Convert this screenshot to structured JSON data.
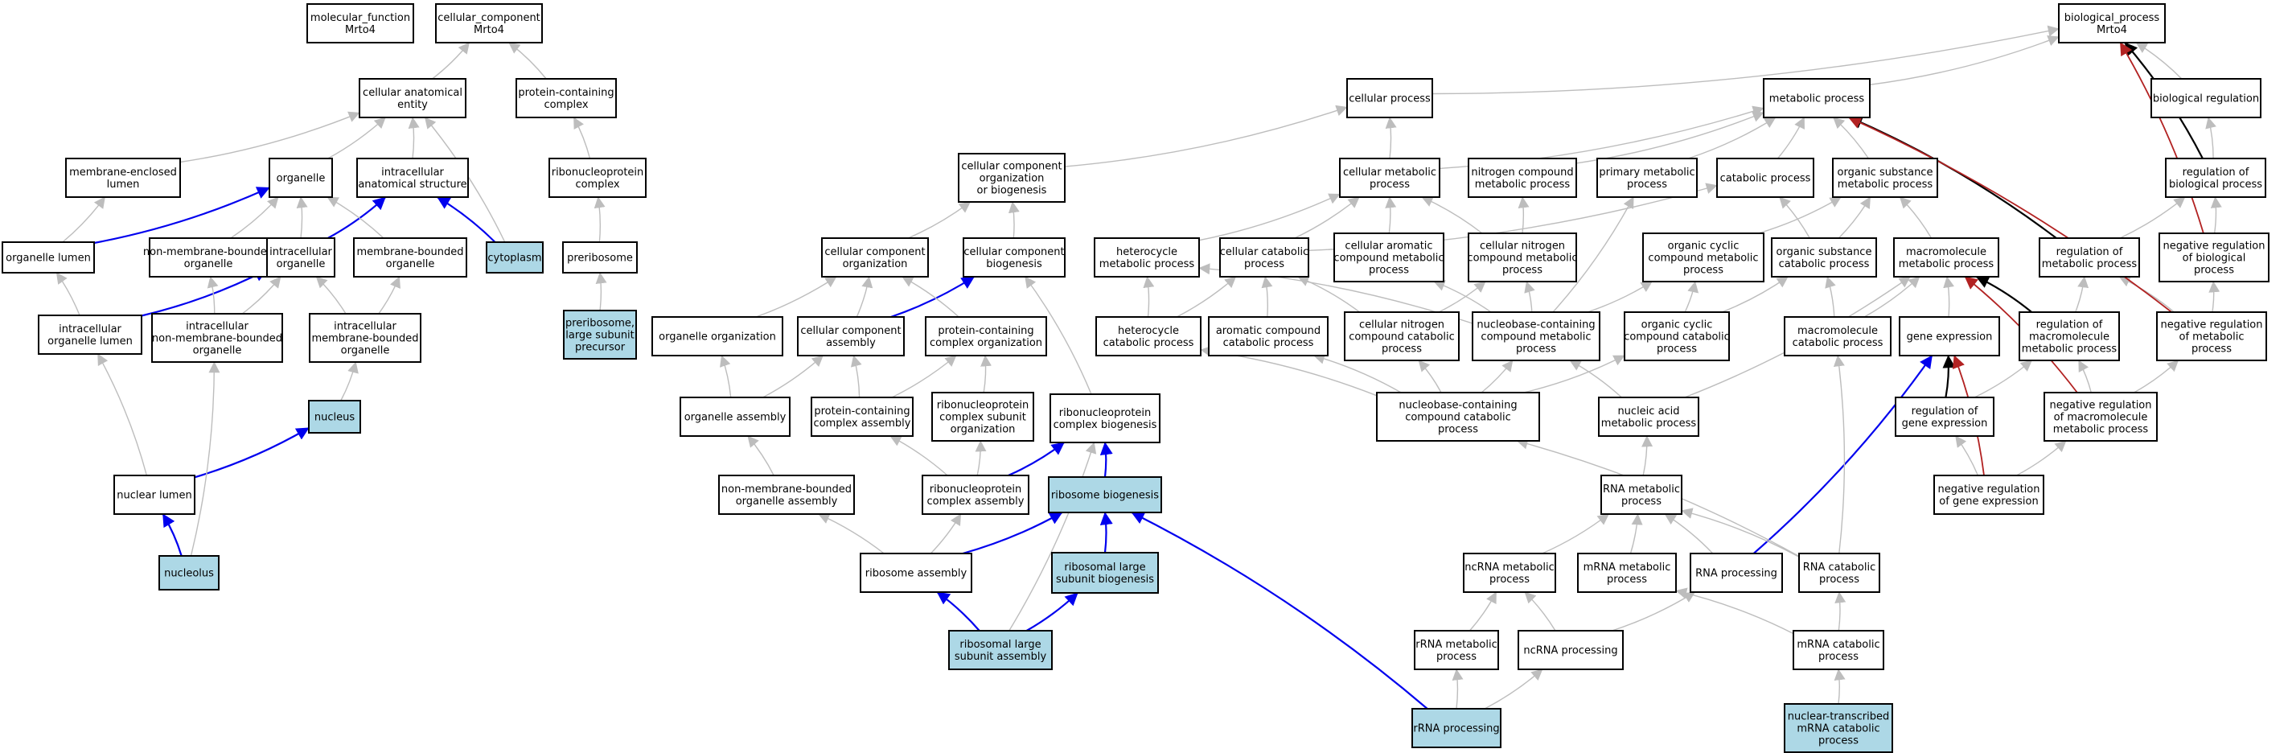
{
  "title": "GO term ancestry graph for Mrto4",
  "colors": {
    "edge_default": "#bdbdbd",
    "edge_blue": "#0000ee",
    "edge_red": "#b22222",
    "edge_black": "#000000",
    "node_highlight": "#add8e6",
    "node_default": "#ffffff"
  },
  "nodes": [
    {
      "id": "mf",
      "lines": [
        "molecular_function",
        "Mrto4"
      ]
    },
    {
      "id": "cc",
      "lines": [
        "cellular_component",
        "Mrto4"
      ]
    },
    {
      "id": "cae",
      "lines": [
        "cellular anatomical",
        "entity"
      ]
    },
    {
      "id": "pcc",
      "lines": [
        "protein-containing",
        "complex"
      ]
    },
    {
      "id": "mel",
      "lines": [
        "membrane-enclosed",
        "lumen"
      ]
    },
    {
      "id": "org",
      "lines": [
        "organelle"
      ]
    },
    {
      "id": "ias",
      "lines": [
        "intracellular",
        "anatomical structure"
      ]
    },
    {
      "id": "rnpc",
      "lines": [
        "ribonucleoprotein",
        "complex"
      ]
    },
    {
      "id": "ol",
      "lines": [
        "organelle lumen"
      ]
    },
    {
      "id": "nmbo",
      "lines": [
        "non-membrane-bounded",
        "organelle"
      ]
    },
    {
      "id": "io",
      "lines": [
        "intracellular",
        "organelle"
      ]
    },
    {
      "id": "mbo",
      "lines": [
        "membrane-bounded",
        "organelle"
      ]
    },
    {
      "id": "cyto",
      "lines": [
        "cytoplasm"
      ],
      "highlight": true
    },
    {
      "id": "prib",
      "lines": [
        "preribosome"
      ]
    },
    {
      "id": "iol",
      "lines": [
        "intracellular",
        "organelle lumen"
      ]
    },
    {
      "id": "inmbo",
      "lines": [
        "intracellular",
        "non-membrane-bounded",
        "organelle"
      ]
    },
    {
      "id": "imbo",
      "lines": [
        "intracellular",
        "membrane-bounded",
        "organelle"
      ]
    },
    {
      "id": "pls",
      "lines": [
        "preribosome,",
        "large subunit",
        "precursor"
      ],
      "highlight": true
    },
    {
      "id": "nuc",
      "lines": [
        "nucleus"
      ],
      "highlight": true
    },
    {
      "id": "nl",
      "lines": [
        "nuclear lumen"
      ]
    },
    {
      "id": "nlo",
      "lines": [
        "nucleolus"
      ],
      "highlight": true
    },
    {
      "id": "bp",
      "lines": [
        "biological_process",
        "Mrto4"
      ]
    },
    {
      "id": "cp",
      "lines": [
        "cellular process"
      ]
    },
    {
      "id": "mp",
      "lines": [
        "metabolic process"
      ]
    },
    {
      "id": "breg",
      "lines": [
        "biological regulation"
      ]
    },
    {
      "id": "ccob",
      "lines": [
        "cellular component",
        "organization",
        "or biogenesis"
      ]
    },
    {
      "id": "cmp",
      "lines": [
        "cellular metabolic",
        "process"
      ]
    },
    {
      "id": "ncmp",
      "lines": [
        "nitrogen compound",
        "metabolic process"
      ]
    },
    {
      "id": "pmp",
      "lines": [
        "primary metabolic",
        "process"
      ]
    },
    {
      "id": "catp",
      "lines": [
        "catabolic process"
      ]
    },
    {
      "id": "osmp",
      "lines": [
        "organic substance",
        "metabolic process"
      ]
    },
    {
      "id": "rbp",
      "lines": [
        "regulation of",
        "biological process"
      ]
    },
    {
      "id": "cco",
      "lines": [
        "cellular component",
        "organization"
      ]
    },
    {
      "id": "ccb",
      "lines": [
        "cellular component",
        "biogenesis"
      ]
    },
    {
      "id": "hmp",
      "lines": [
        "heterocycle",
        "metabolic process"
      ]
    },
    {
      "id": "ccp",
      "lines": [
        "cellular catabolic",
        "process"
      ]
    },
    {
      "id": "cacmp",
      "lines": [
        "cellular aromatic",
        "compound metabolic",
        "process"
      ]
    },
    {
      "id": "cncmp",
      "lines": [
        "cellular nitrogen",
        "compound metabolic",
        "process"
      ]
    },
    {
      "id": "occmp",
      "lines": [
        "organic cyclic",
        "compound metabolic",
        "process"
      ]
    },
    {
      "id": "oscp",
      "lines": [
        "organic substance",
        "catabolic process"
      ]
    },
    {
      "id": "macmp",
      "lines": [
        "macromolecule",
        "metabolic process"
      ]
    },
    {
      "id": "rmp",
      "lines": [
        "regulation of",
        "metabolic process"
      ]
    },
    {
      "id": "nrbp",
      "lines": [
        "negative regulation",
        "of biological",
        "process"
      ]
    },
    {
      "id": "oorg",
      "lines": [
        "organelle organization"
      ]
    },
    {
      "id": "cca",
      "lines": [
        "cellular component",
        "assembly"
      ]
    },
    {
      "id": "pcco",
      "lines": [
        "protein-containing",
        "complex organization"
      ]
    },
    {
      "id": "hcp",
      "lines": [
        "heterocycle",
        "catabolic process"
      ]
    },
    {
      "id": "accp",
      "lines": [
        "aromatic compound",
        "catabolic process"
      ]
    },
    {
      "id": "cnccp",
      "lines": [
        "cellular nitrogen",
        "compound catabolic",
        "process"
      ]
    },
    {
      "id": "nbcmp",
      "lines": [
        "nucleobase-containing",
        "compound metabolic",
        "process"
      ]
    },
    {
      "id": "occcp",
      "lines": [
        "organic cyclic",
        "compound catabolic",
        "process"
      ]
    },
    {
      "id": "maccp",
      "lines": [
        "macromolecule",
        "catabolic process"
      ]
    },
    {
      "id": "ge",
      "lines": [
        "gene expression"
      ]
    },
    {
      "id": "rmmp",
      "lines": [
        "regulation of",
        "macromolecule",
        "metabolic process"
      ]
    },
    {
      "id": "nrmp",
      "lines": [
        "negative regulation",
        "of metabolic",
        "process"
      ]
    },
    {
      "id": "oasm",
      "lines": [
        "organelle assembly"
      ]
    },
    {
      "id": "pcca",
      "lines": [
        "protein-containing",
        "complex assembly"
      ]
    },
    {
      "id": "rnpso",
      "lines": [
        "ribonucleoprotein",
        "complex subunit",
        "organization"
      ]
    },
    {
      "id": "rnpcb",
      "lines": [
        "ribonucleoprotein",
        "complex biogenesis"
      ]
    },
    {
      "id": "nbccp",
      "lines": [
        "nucleobase-containing",
        "compound catabolic",
        "process"
      ]
    },
    {
      "id": "nacmp",
      "lines": [
        "nucleic acid",
        "metabolic process"
      ]
    },
    {
      "id": "rge",
      "lines": [
        "regulation of",
        "gene expression"
      ]
    },
    {
      "id": "nrmmp",
      "lines": [
        "negative regulation",
        "of macromolecule",
        "metabolic process"
      ]
    },
    {
      "id": "nmboa",
      "lines": [
        "non-membrane-bounded",
        "organelle assembly"
      ]
    },
    {
      "id": "rnpca",
      "lines": [
        "ribonucleoprotein",
        "complex assembly"
      ]
    },
    {
      "id": "ribb",
      "lines": [
        "ribosome biogenesis"
      ],
      "highlight": true
    },
    {
      "id": "rnamp",
      "lines": [
        "RNA metabolic",
        "process"
      ]
    },
    {
      "id": "nrge",
      "lines": [
        "negative regulation",
        "of gene expression"
      ]
    },
    {
      "id": "riba",
      "lines": [
        "ribosome assembly"
      ]
    },
    {
      "id": "rlsb",
      "lines": [
        "ribosomal large",
        "subunit biogenesis"
      ],
      "highlight": true
    },
    {
      "id": "ncrna",
      "lines": [
        "ncRNA metabolic",
        "process"
      ]
    },
    {
      "id": "mrna",
      "lines": [
        "mRNA metabolic",
        "process"
      ]
    },
    {
      "id": "rnap",
      "lines": [
        "RNA processing"
      ]
    },
    {
      "id": "rnac",
      "lines": [
        "RNA catabolic",
        "process"
      ]
    },
    {
      "id": "rlsa",
      "lines": [
        "ribosomal large",
        "subunit assembly"
      ],
      "highlight": true
    },
    {
      "id": "rrnam",
      "lines": [
        "rRNA metabolic",
        "process"
      ]
    },
    {
      "id": "ncrp",
      "lines": [
        "ncRNA processing"
      ]
    },
    {
      "id": "mrnac",
      "lines": [
        "mRNA catabolic",
        "process"
      ]
    },
    {
      "id": "rrnap",
      "lines": [
        "rRNA processing"
      ],
      "highlight": true
    },
    {
      "id": "ntmc",
      "lines": [
        "nuclear-transcribed",
        "mRNA catabolic",
        "process"
      ],
      "highlight": true
    }
  ],
  "edges": [
    [
      "cae",
      "cc",
      "g"
    ],
    [
      "pcc",
      "cc",
      "g"
    ],
    [
      "mel",
      "cae",
      "g"
    ],
    [
      "org",
      "cae",
      "g"
    ],
    [
      "ias",
      "cae",
      "g"
    ],
    [
      "cyto",
      "cae",
      "g"
    ],
    [
      "rnpc",
      "pcc",
      "g"
    ],
    [
      "ol",
      "org",
      "b"
    ],
    [
      "ol",
      "mel",
      "g"
    ],
    [
      "nmbo",
      "org",
      "g"
    ],
    [
      "io",
      "org",
      "g"
    ],
    [
      "io",
      "ias",
      "b"
    ],
    [
      "mbo",
      "org",
      "g"
    ],
    [
      "cyto",
      "ias",
      "b"
    ],
    [
      "prib",
      "rnpc",
      "g"
    ],
    [
      "iol",
      "io",
      "b"
    ],
    [
      "iol",
      "ol",
      "g"
    ],
    [
      "inmbo",
      "io",
      "g"
    ],
    [
      "inmbo",
      "nmbo",
      "g"
    ],
    [
      "imbo",
      "io",
      "g"
    ],
    [
      "imbo",
      "mbo",
      "g"
    ],
    [
      "pls",
      "prib",
      "g"
    ],
    [
      "nuc",
      "imbo",
      "g"
    ],
    [
      "nl",
      "iol",
      "g"
    ],
    [
      "nl",
      "nuc",
      "b"
    ],
    [
      "nlo",
      "nl",
      "b"
    ],
    [
      "nlo",
      "inmbo",
      "g"
    ],
    [
      "cp",
      "bp",
      "g"
    ],
    [
      "mp",
      "bp",
      "g"
    ],
    [
      "breg",
      "bp",
      "g"
    ],
    [
      "ccob",
      "cp",
      "g"
    ],
    [
      "cmp",
      "cp",
      "g"
    ],
    [
      "cmp",
      "mp",
      "g"
    ],
    [
      "ncmp",
      "mp",
      "g"
    ],
    [
      "pmp",
      "mp",
      "g"
    ],
    [
      "catp",
      "mp",
      "g"
    ],
    [
      "osmp",
      "mp",
      "g"
    ],
    [
      "rbp",
      "breg",
      "g"
    ],
    [
      "cco",
      "ccob",
      "g"
    ],
    [
      "ccb",
      "ccob",
      "g"
    ],
    [
      "hmp",
      "cmp",
      "g"
    ],
    [
      "ccp",
      "cmp",
      "g"
    ],
    [
      "ccp",
      "catp",
      "g"
    ],
    [
      "cacmp",
      "cmp",
      "g"
    ],
    [
      "cncmp",
      "cmp",
      "g"
    ],
    [
      "cncmp",
      "ncmp",
      "g"
    ],
    [
      "occmp",
      "osmp",
      "g"
    ],
    [
      "oscp",
      "osmp",
      "g"
    ],
    [
      "oscp",
      "catp",
      "g"
    ],
    [
      "macmp",
      "osmp",
      "g"
    ],
    [
      "rmp",
      "rbp",
      "g"
    ],
    [
      "nrbp",
      "rbp",
      "g"
    ],
    [
      "oorg",
      "cco",
      "g"
    ],
    [
      "cca",
      "cco",
      "g"
    ],
    [
      "cca",
      "ccb",
      "b"
    ],
    [
      "pcco",
      "cco",
      "g"
    ],
    [
      "hcp",
      "hmp",
      "g"
    ],
    [
      "hcp",
      "ccp",
      "g"
    ],
    [
      "accp",
      "ccp",
      "g"
    ],
    [
      "cnccp",
      "cncmp",
      "g"
    ],
    [
      "cnccp",
      "ccp",
      "g"
    ],
    [
      "nbcmp",
      "hmp",
      "g"
    ],
    [
      "nbcmp",
      "cacmp",
      "g"
    ],
    [
      "nbcmp",
      "cncmp",
      "g"
    ],
    [
      "nbcmp",
      "occmp",
      "g"
    ],
    [
      "nbcmp",
      "pmp",
      "g"
    ],
    [
      "occcp",
      "occmp",
      "g"
    ],
    [
      "occcp",
      "oscp",
      "g"
    ],
    [
      "maccp",
      "macmp",
      "g"
    ],
    [
      "maccp",
      "oscp",
      "g"
    ],
    [
      "ge",
      "macmp",
      "g"
    ],
    [
      "rmmp",
      "rmp",
      "g"
    ],
    [
      "nrmp",
      "rmp",
      "g"
    ],
    [
      "nrmp",
      "nrbp",
      "g"
    ],
    [
      "oasm",
      "oorg",
      "g"
    ],
    [
      "oasm",
      "cca",
      "g"
    ],
    [
      "pcca",
      "cca",
      "g"
    ],
    [
      "pcca",
      "pcco",
      "g"
    ],
    [
      "rnpso",
      "pcco",
      "g"
    ],
    [
      "rnpcb",
      "ccb",
      "g"
    ],
    [
      "nbccp",
      "hcp",
      "g"
    ],
    [
      "nbccp",
      "accp",
      "g"
    ],
    [
      "nbccp",
      "cnccp",
      "g"
    ],
    [
      "nbccp",
      "nbcmp",
      "g"
    ],
    [
      "nbccp",
      "occcp",
      "g"
    ],
    [
      "nacmp",
      "nbcmp",
      "g"
    ],
    [
      "nacmp",
      "macmp",
      "g"
    ],
    [
      "rge",
      "rmmp",
      "g"
    ],
    [
      "nrmmp",
      "rmmp",
      "g"
    ],
    [
      "nrmmp",
      "nrmp",
      "g"
    ],
    [
      "nmboa",
      "oasm",
      "g"
    ],
    [
      "rnpca",
      "pcca",
      "g"
    ],
    [
      "rnpca",
      "rnpso",
      "g"
    ],
    [
      "rnpca",
      "rnpcb",
      "b"
    ],
    [
      "ribb",
      "rnpcb",
      "b"
    ],
    [
      "rnamp",
      "nacmp",
      "g"
    ],
    [
      "nrge",
      "rge",
      "g"
    ],
    [
      "nrge",
      "nrmmp",
      "g"
    ],
    [
      "riba",
      "nmboa",
      "g"
    ],
    [
      "riba",
      "rnpca",
      "g"
    ],
    [
      "riba",
      "ribb",
      "b"
    ],
    [
      "rlsb",
      "ribb",
      "b"
    ],
    [
      "rlsa",
      "rnpcb",
      "g"
    ],
    [
      "rlsa",
      "riba",
      "b"
    ],
    [
      "rlsa",
      "rlsb",
      "b"
    ],
    [
      "ncrna",
      "rnamp",
      "g"
    ],
    [
      "mrna",
      "rnamp",
      "g"
    ],
    [
      "rnap",
      "rnamp",
      "g"
    ],
    [
      "rnap",
      "ge",
      "b"
    ],
    [
      "rnac",
      "rnamp",
      "g"
    ],
    [
      "rnac",
      "nbccp",
      "g"
    ],
    [
      "rnac",
      "maccp",
      "g"
    ],
    [
      "rrnam",
      "ncrna",
      "g"
    ],
    [
      "ncrp",
      "ncrna",
      "g"
    ],
    [
      "ncrp",
      "rnap",
      "g"
    ],
    [
      "mrnac",
      "mrna",
      "g"
    ],
    [
      "mrnac",
      "rnac",
      "g"
    ],
    [
      "rrnap",
      "rrnam",
      "g"
    ],
    [
      "rrnap",
      "ncrp",
      "g"
    ],
    [
      "rrnap",
      "ribb",
      "b"
    ],
    [
      "ntmc",
      "mrnac",
      "g"
    ],
    [
      "rmp",
      "mp",
      "k"
    ],
    [
      "rmmp",
      "macmp",
      "k"
    ],
    [
      "rge",
      "ge",
      "k"
    ],
    [
      "rbp",
      "bp",
      "k"
    ],
    [
      "nrbp",
      "bp",
      "r"
    ],
    [
      "nrmp",
      "mp",
      "r"
    ],
    [
      "nrmmp",
      "macmp",
      "r"
    ],
    [
      "nrge",
      "ge",
      "r"
    ]
  ]
}
